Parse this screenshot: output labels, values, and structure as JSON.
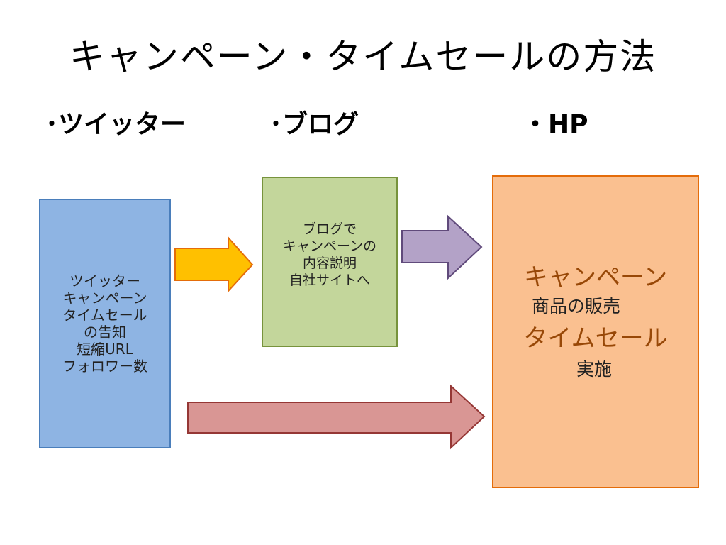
{
  "title": "キャンペーン・タイムセールの方法",
  "headings": {
    "twitter": "･ツイッター",
    "blog": "･ブログ",
    "hp": "・HP"
  },
  "twitter_box": {
    "lines": [
      "ツイッター",
      "キャンペーン",
      "タイムセール",
      "の告知",
      "短縮URL",
      "フォロワー数"
    ]
  },
  "blog_box": {
    "lines": [
      "ブログで",
      "キャンペーンの",
      "内容説明",
      "自社サイトへ"
    ]
  },
  "hp_box": {
    "lines": [
      "キャンペーン",
      "商品の販売",
      "タイムセール",
      "実施"
    ]
  },
  "colors": {
    "twitter_fill": "#8eb4e3",
    "blog_fill": "#c3d69b",
    "hp_fill": "#fac090",
    "arrow_yellow": "#ffc000",
    "arrow_purple": "#b3a2c7",
    "arrow_red": "#d99694"
  }
}
